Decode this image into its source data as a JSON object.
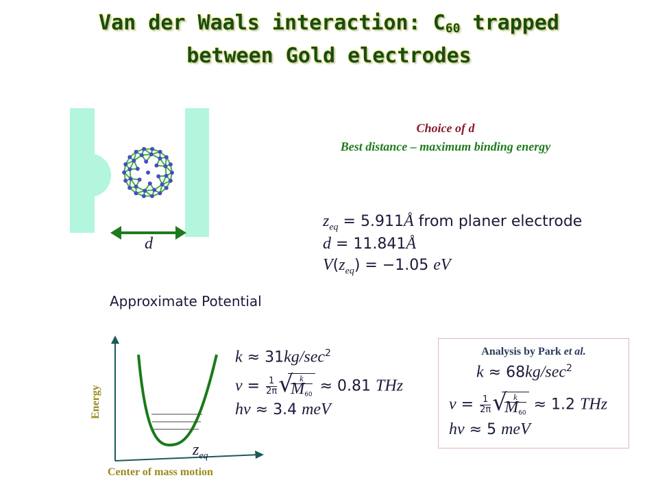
{
  "title": {
    "line1_prefix": "Van der Waals interaction: C",
    "line1_sub": "60",
    "line1_suffix": " trapped",
    "line2": "between Gold electrodes"
  },
  "choice": {
    "line1": "Choice of d",
    "line2": "Best distance – maximum binding energy"
  },
  "equations": {
    "zeq": {
      "lhs": "z",
      "lhs_sub": "eq",
      "rhs": " = 5.911",
      "unit": "Å",
      "tail": " from planer electrode"
    },
    "d": {
      "lhs": "d",
      "rhs": " = 11.841",
      "unit": "Å"
    },
    "V": {
      "lhs": "V",
      "arg": "z",
      "arg_sub": "eq",
      "rhs": " = −1.05 ",
      "unit": "eV"
    }
  },
  "diagram": {
    "d_label": "d",
    "colors": {
      "electrode": "#b3f5dd",
      "arrow": "#1f7a1f",
      "bucky_node": "#4a4ac8",
      "bucky_bond": "#40b040"
    }
  },
  "potential": {
    "heading": "Approximate Potential",
    "y_label": "Energy",
    "x_label": "Center of mass motion",
    "zeq_label": "z",
    "zeq_sub": "eq",
    "k": {
      "lhs": "k",
      "rhs": " ≈ 31",
      "unit": "kg/sec",
      "exp": "2"
    },
    "nu": {
      "lhs": "ν",
      "eq": " = ",
      "frac_num": "1",
      "frac_den": "2π",
      "rad_num": "k",
      "rad_den": "M",
      "rad_den_sub": "60",
      "rhs": " ≈ 0.81 ",
      "unit": "THz"
    },
    "hnu": {
      "lhs": "hν",
      "rhs": " ≈ 3.4 ",
      "unit": "meV"
    },
    "colors": {
      "curve": "#1a7a1a",
      "axes": "#1a5a5a"
    }
  },
  "park": {
    "title_prefix": "Analysis by Park ",
    "title_italic": "et al.",
    "k": {
      "lhs": "k",
      "rhs": " ≈ 68",
      "unit": "kg/sec",
      "exp": "2"
    },
    "nu": {
      "lhs": "ν",
      "eq": " = ",
      "frac_num": "1",
      "frac_den": "2π",
      "rad_num": "k",
      "rad_den": "M",
      "rad_den_sub": "60",
      "rhs": " ≈ 1.2 ",
      "unit": "THz"
    },
    "hnu": {
      "lhs": "hν",
      "rhs": " ≈ 5 ",
      "unit": "meV"
    }
  }
}
